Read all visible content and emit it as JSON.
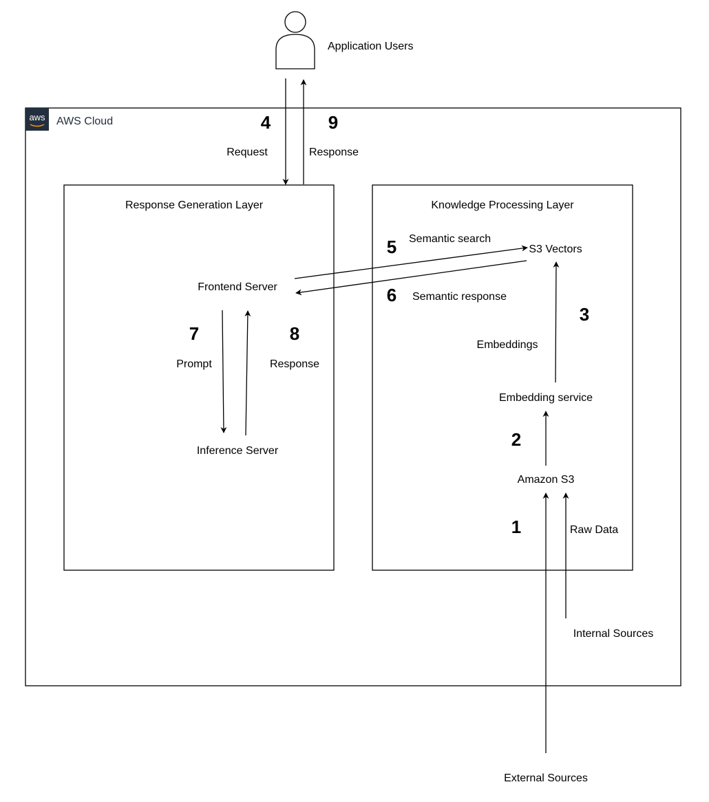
{
  "cloud": {
    "label": "AWS Cloud",
    "logo_text": "aws"
  },
  "users": {
    "label": "Application Users"
  },
  "layers": {
    "response": {
      "title": "Response Generation Layer"
    },
    "knowledge": {
      "title": "Knowledge Processing Layer"
    }
  },
  "components": {
    "frontend": "Frontend Server",
    "inference": "Inference Server",
    "s3_vectors": "S3 Vectors",
    "embedding_service": "Embedding service",
    "amazon_s3": "Amazon S3",
    "internal_sources": "Internal Sources",
    "external_sources": "External Sources"
  },
  "flows": {
    "request": {
      "step": "4",
      "label": "Request"
    },
    "response_users": {
      "step": "9",
      "label": "Response"
    },
    "semantic_search": {
      "step": "5",
      "label": "Semantic search"
    },
    "semantic_response": {
      "step": "6",
      "label": "Semantic response"
    },
    "prompt": {
      "step": "7",
      "label": "Prompt"
    },
    "response_inference": {
      "step": "8",
      "label": "Response"
    },
    "embeddings": {
      "step": "3",
      "label": "Embeddings"
    },
    "to_embedding": {
      "step": "2"
    },
    "raw_data": {
      "step": "1",
      "label": "Raw Data"
    }
  },
  "colors": {
    "line": "#000000",
    "aws_badge": "#232f3e"
  }
}
